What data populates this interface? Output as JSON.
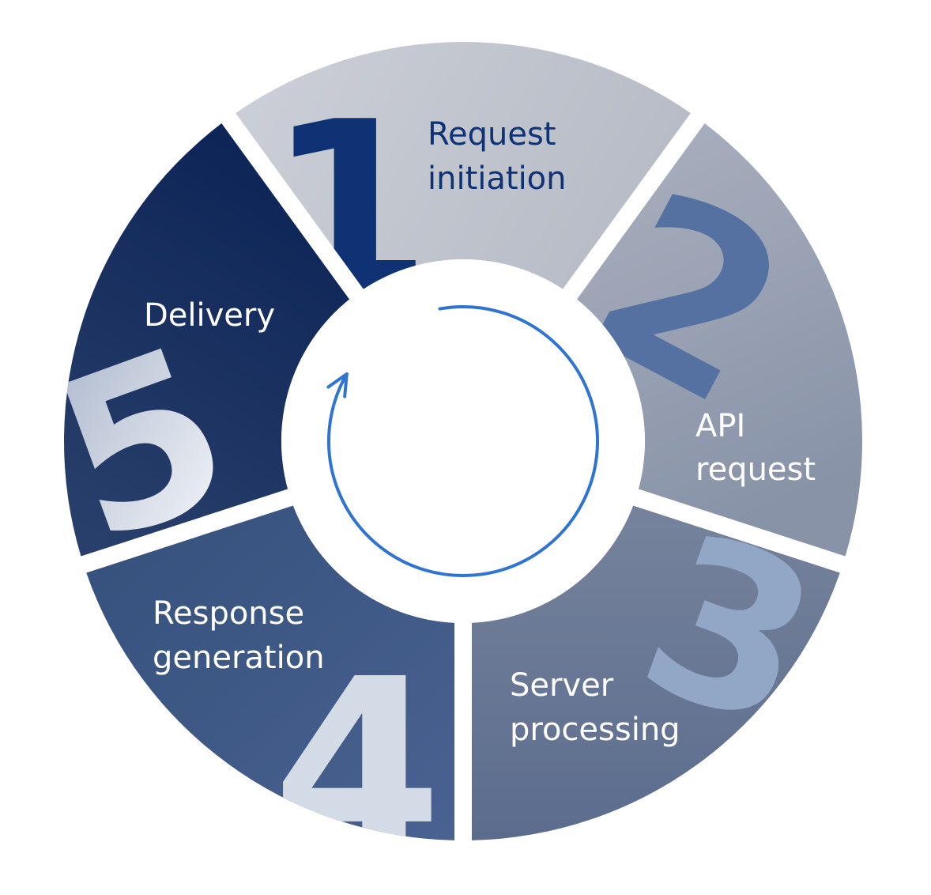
{
  "diagram": {
    "steps": [
      {
        "number": "1",
        "label_lines": [
          "Request",
          "initiation"
        ]
      },
      {
        "number": "2",
        "label_lines": [
          "API",
          "request"
        ]
      },
      {
        "number": "3",
        "label_lines": [
          "Server",
          "processing"
        ]
      },
      {
        "number": "4",
        "label_lines": [
          "Response",
          "generation"
        ]
      },
      {
        "number": "5",
        "label_lines": [
          "Delivery"
        ]
      }
    ],
    "colors": {
      "number_1": "#0f3275",
      "number_2": "#5471a1",
      "number_3": "#92a6c6",
      "number_4": "#d3dbe7",
      "number_5": "#c5cfe0",
      "label_1": "#0f3275",
      "label_light": "#ffffff",
      "cycle_arrow": "#2f74d0"
    },
    "center_icon": "cycle-arrow-icon"
  }
}
